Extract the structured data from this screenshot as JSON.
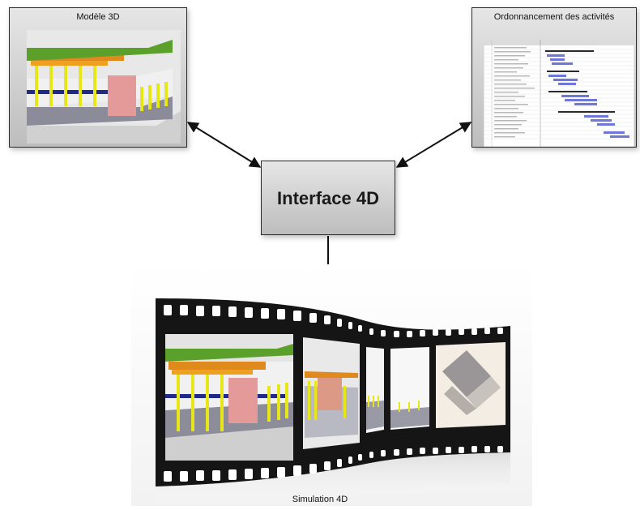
{
  "model_panel": {
    "title": "Modèle 3D"
  },
  "schedule_panel": {
    "title": "Ordonnancement des activités"
  },
  "center": {
    "label": "Interface 4D"
  },
  "simulation": {
    "label": "Simulation 4D"
  },
  "icons": [
    "model-3d-thumbnail",
    "gantt-chart-thumbnail",
    "film-strip",
    "double-arrow",
    "arrow-down"
  ]
}
